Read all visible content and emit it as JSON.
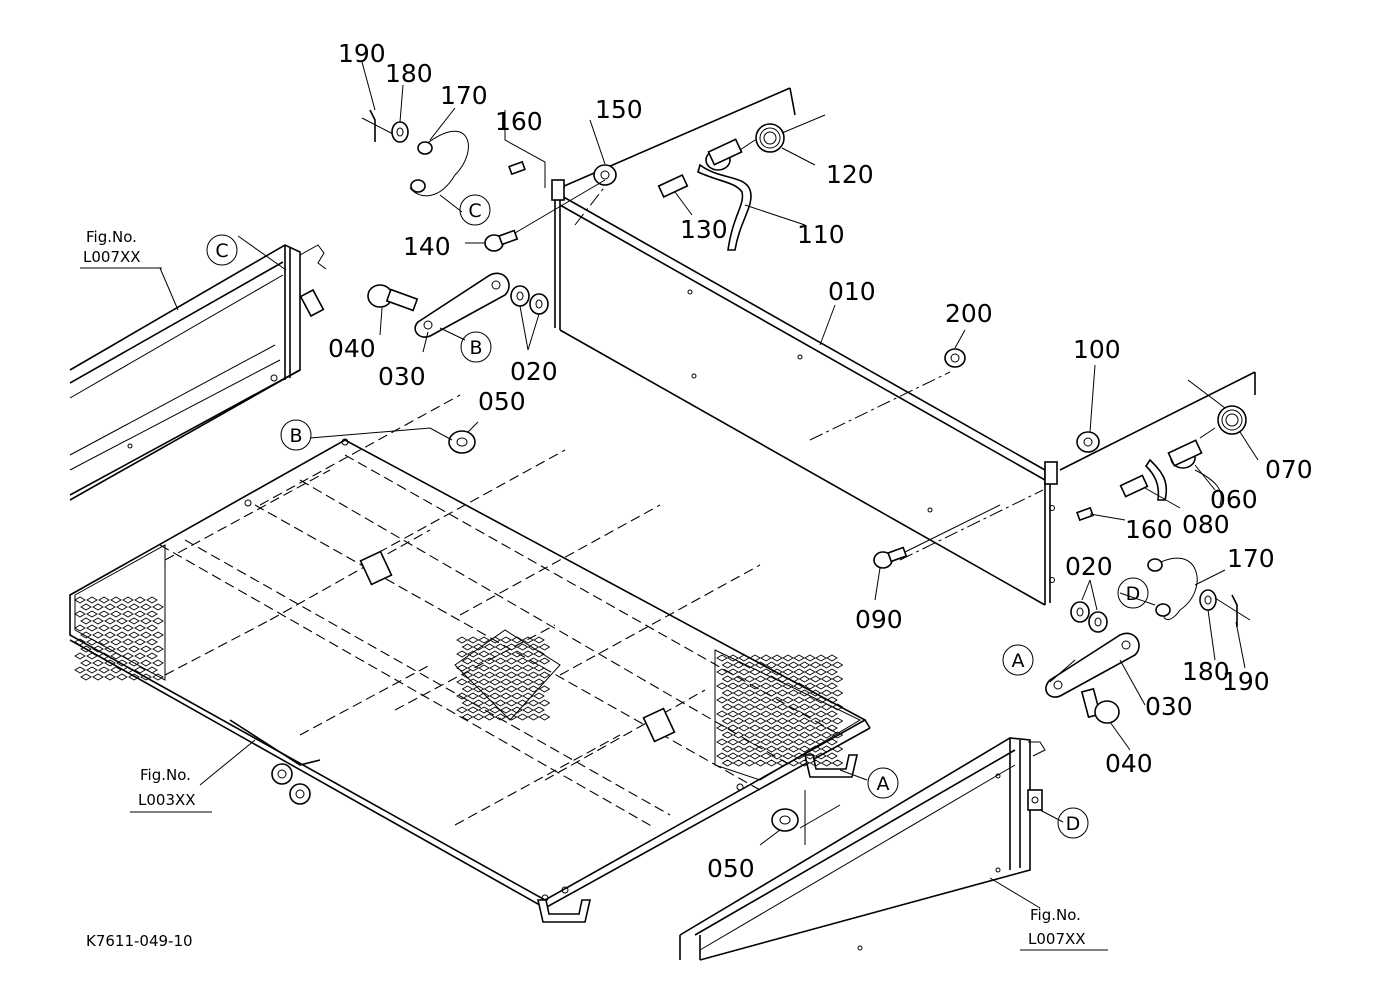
{
  "diagram_code": "K7611-049-10",
  "callouts": {
    "c010": "010",
    "c020_top": "020",
    "c020_right": "020",
    "c030_top": "030",
    "c030_right": "030",
    "c040_top": "040",
    "c040_right": "040",
    "c050_top": "050",
    "c050_bottom": "050",
    "c060": "060",
    "c070": "070",
    "c080": "080",
    "c090": "090",
    "c100": "100",
    "c110": "110",
    "c120": "120",
    "c130": "130",
    "c140": "140",
    "c150": "150",
    "c160_top": "160",
    "c160_right": "160",
    "c170_top": "170",
    "c170_right": "170",
    "c180_top": "180",
    "c180_right": "180",
    "c190_top": "190",
    "c190_right": "190",
    "c200": "200"
  },
  "reference_markers": {
    "A_bracket": "A",
    "A_handle": "A",
    "B_link": "B",
    "B_floor": "B",
    "C_pin": "C",
    "C_frame": "C",
    "D_pin": "D",
    "D_frame": "D"
  },
  "figure_refs": [
    {
      "label": "Fig.No.",
      "code": "L007XX"
    },
    {
      "label": "Fig.No.",
      "code": "L003XX"
    },
    {
      "label": "Fig.No.",
      "code": "L007XX"
    }
  ]
}
